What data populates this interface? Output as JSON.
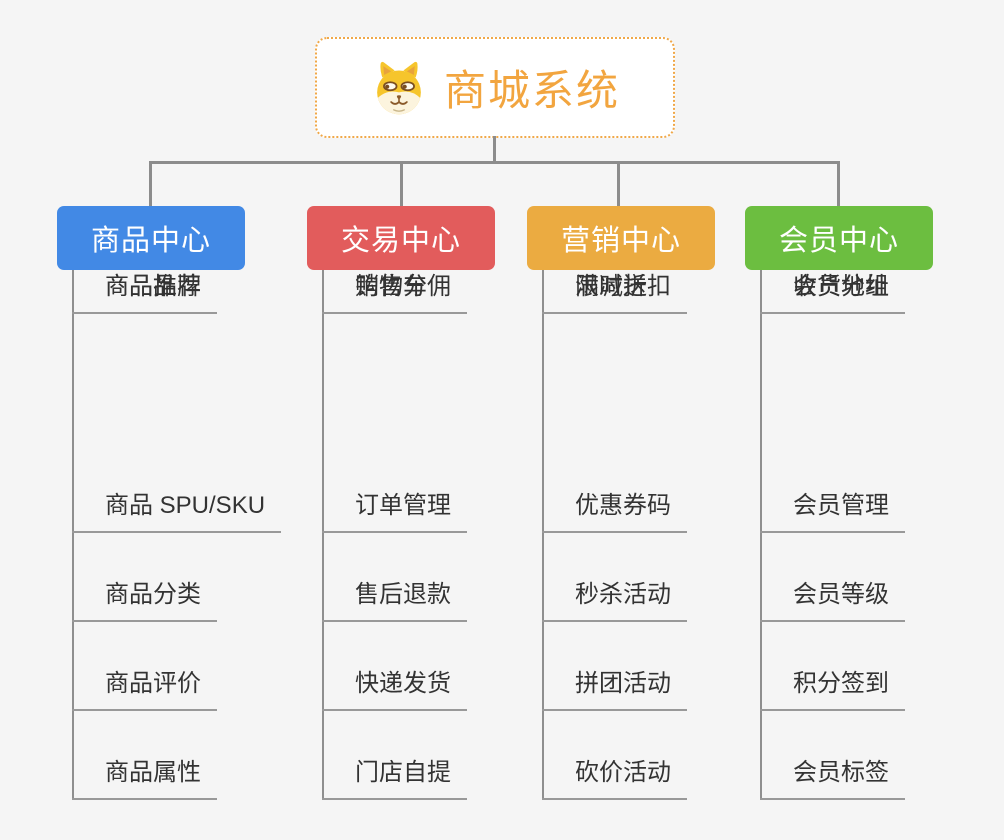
{
  "root": {
    "title": "商城系统",
    "icon": "dog-face-icon"
  },
  "branches": [
    {
      "label": "商品中心",
      "color": "#4289e5",
      "items": [
        "商品 SPU/SKU",
        "商品分类",
        "商品评价",
        "商品属性",
        "商品推荐",
        "商品品牌"
      ]
    },
    {
      "label": "交易中心",
      "color": "#e25c5c",
      "items": [
        "订单管理",
        "售后退款",
        "快递发货",
        "门店自提",
        "购物车",
        "销售分佣"
      ]
    },
    {
      "label": "营销中心",
      "color": "#ebab41",
      "items": [
        "优惠券码",
        "秒杀活动",
        "拼团活动",
        "砍价活动",
        "限时折扣",
        "满减送"
      ]
    },
    {
      "label": "会员中心",
      "color": "#6cbe40",
      "items": [
        "会员管理",
        "会员等级",
        "积分签到",
        "会员标签",
        "会员分组",
        "收货地址"
      ]
    }
  ],
  "colors": {
    "background": "#f5f5f5",
    "connector": "#8c8c8c",
    "leaf_underline": "#999999",
    "leaf_text": "#333333",
    "root_border": "#f0a848",
    "root_title": "#f2a53f"
  }
}
